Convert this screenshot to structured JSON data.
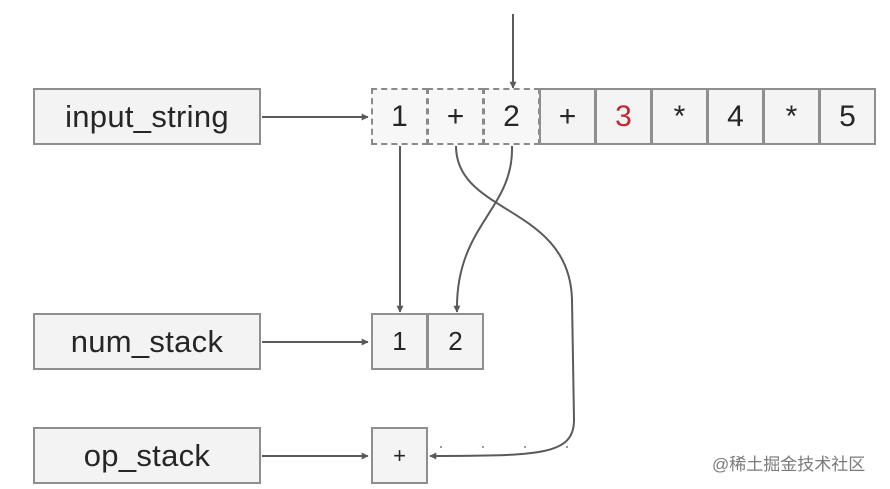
{
  "labels": {
    "input": "input_string",
    "num": "num_stack",
    "op": "op_stack"
  },
  "input_tokens": [
    "1",
    "+",
    "2",
    "+",
    "3",
    "*",
    "4",
    "*",
    "5"
  ],
  "num_stack": [
    "1",
    "2"
  ],
  "op_stack": [
    "+"
  ],
  "watermark": "@稀土掘金技术社区",
  "colors": {
    "stroke": "#5a5a5a",
    "box_border": "#8f8f8f",
    "highlight": "#c7262c"
  }
}
